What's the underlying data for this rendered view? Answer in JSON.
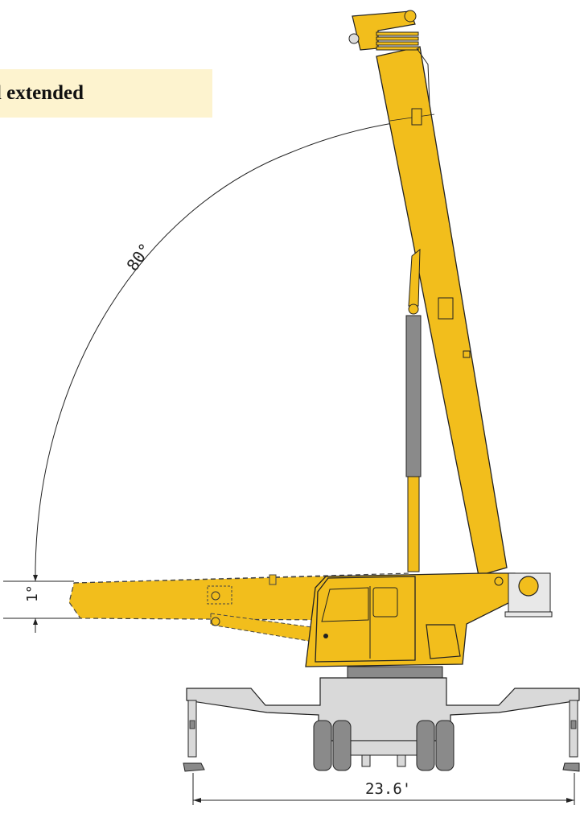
{
  "banner": {
    "text": "ll extended"
  },
  "annotations": {
    "max_angle": "80°",
    "min_angle": "1°",
    "outrigger_span": "23.6'"
  },
  "colors": {
    "boom_yellow": "#f2be1c",
    "outline": "#222222",
    "outrigger_gray": "#d9d9d9",
    "cylinder_gray": "#8a8a8a",
    "banner_bg": "#fdf3cf"
  }
}
